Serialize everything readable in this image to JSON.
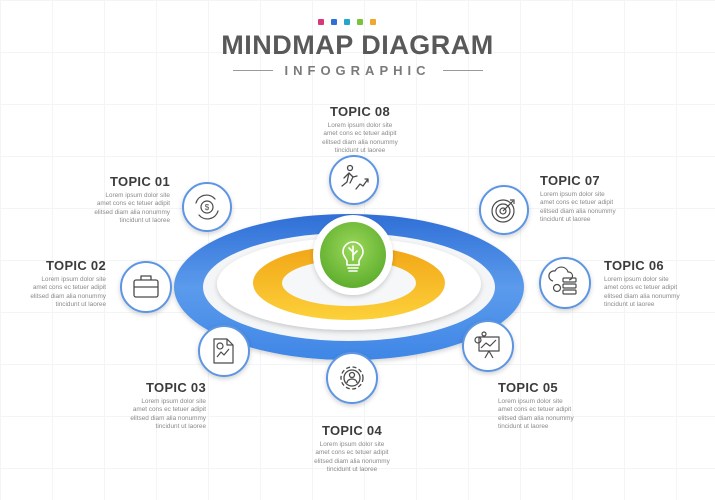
{
  "header": {
    "title": "MINDMAP DIAGRAM",
    "subtitle": "INFOGRAPHIC",
    "dot_colors": [
      "#d6387a",
      "#2e6fd8",
      "#22a6c9",
      "#7cc33b",
      "#f2a72b"
    ]
  },
  "colors": {
    "outer_ring": "#3b7fdc",
    "inner_ring": "#f5b51a",
    "center_circle": "#7dc142",
    "icon_border": "#5d95e2"
  },
  "center_icon": "lightbulb-icon",
  "topics": [
    {
      "id": "01",
      "title": "TOPIC 01",
      "icon": "dollar-cycle-icon",
      "lines": [
        "Lorem ipsum dolor site",
        "amet cons ec tetuer adipit",
        "elitsed diam alia nonummy",
        "tincidunt ut laoree"
      ]
    },
    {
      "id": "02",
      "title": "TOPIC 02",
      "icon": "briefcase-icon",
      "lines": [
        "Lorem ipsum dolor site",
        "amet cons ec tetuer adipit",
        "elitsed diam alia nonummy",
        "tincidunt ut laoree"
      ]
    },
    {
      "id": "03",
      "title": "TOPIC 03",
      "icon": "document-chart-icon",
      "lines": [
        "Lorem ipsum dolor site",
        "amet cons ec tetuer adipit",
        "elitsed diam alia nonummy",
        "tincidunt ut laoree"
      ]
    },
    {
      "id": "04",
      "title": "TOPIC 04",
      "icon": "gear-person-icon",
      "lines": [
        "Lorem ipsum dolor site",
        "amet cons ec tetuer adipit",
        "elitsed diam alia nonummy",
        "tincidunt ut laoree"
      ]
    },
    {
      "id": "05",
      "title": "TOPIC 05",
      "icon": "presentation-board-icon",
      "lines": [
        "Lorem ipsum dolor site",
        "amet cons ec tetuer adipit",
        "elitsed diam alia nonummy",
        "tincidunt ut laoree"
      ]
    },
    {
      "id": "06",
      "title": "TOPIC 06",
      "icon": "cloud-database-icon",
      "lines": [
        "Lorem ipsum dolor site",
        "amet cons ec tetuer adipit",
        "elitsed diam alia nonummy",
        "tincidunt ut laoree"
      ]
    },
    {
      "id": "07",
      "title": "TOPIC 07",
      "icon": "target-icon",
      "lines": [
        "Lorem ipsum dolor site",
        "amet cons ec tetuer adipit",
        "elitsed diam alia nonummy",
        "tincidunt ut laoree"
      ]
    },
    {
      "id": "08",
      "title": "TOPIC 08",
      "icon": "running-growth-icon",
      "lines": [
        "Lorem ipsum dolor site",
        "amet cons ec tetuer adipit",
        "elitsed diam alia nonummy",
        "tincidunt ut laoree"
      ]
    }
  ]
}
